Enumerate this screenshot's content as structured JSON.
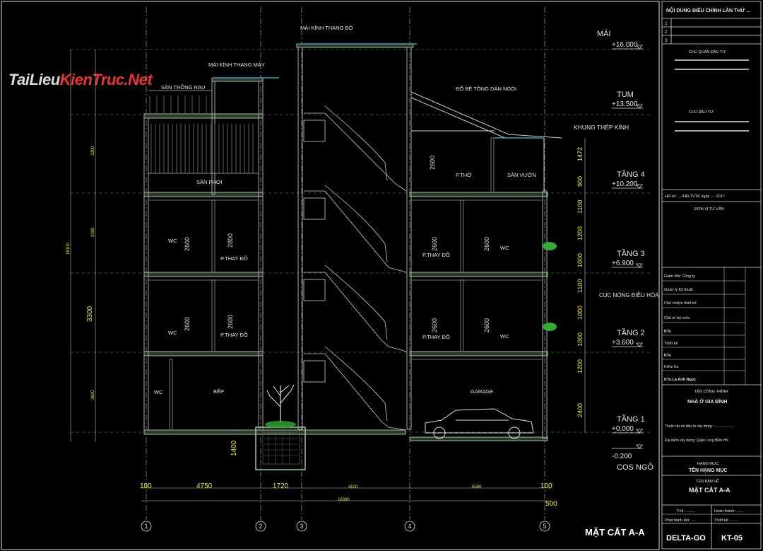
{
  "watermark": {
    "text_a": "TaiLieu",
    "text_b": "KienTruc.Net"
  },
  "labels": {
    "roof_glass_stair": "MÁI KÍNH THANG BỘ",
    "roof_glass_elevator": "MÁI KÍNH THANG MÁY",
    "garden": "SÂN TRỒNG RAU",
    "roof_tile": "ĐỔ BÊ TÔNG DÁN NGÓI",
    "steel_frame": "KHUNG THÉP KÍNH",
    "drying_yard": "SÂN PHƠI",
    "worship_room": "P.THỜ",
    "garden_yard": "SÂN VƯỜN",
    "wc": "WC",
    "changing_room": "P.THAY ĐỒ",
    "kitchen": "BẾP",
    "garage": "GARAGE",
    "concrete_pot": "CỤC NÓNG ĐIỀU HÒA",
    "section_title": "MẶT CẮT A-A"
  },
  "room_heights": {
    "h2600": "2600",
    "h2800": "2800"
  },
  "levels": [
    {
      "name": "MÁI",
      "value": "+16.000"
    },
    {
      "name": "TUM",
      "value": "+13.500"
    },
    {
      "name": "TẦNG 4",
      "value": "+10.200"
    },
    {
      "name": "TẦNG 3",
      "value": "+6.900"
    },
    {
      "name": "TẦNG 2",
      "value": "+3.600"
    },
    {
      "name": "TẦNG 1",
      "value": "+0.000"
    },
    {
      "name": "",
      "value": "-0.200"
    },
    {
      "name": "COS NGÕ",
      "value": ""
    }
  ],
  "right_dims": [
    "1472",
    "900",
    "1100",
    "1200",
    "1000",
    "1100",
    "1000",
    "1000",
    "1200",
    "2400"
  ],
  "left_dims": {
    "d3300": "3300",
    "d1400": "1400",
    "overall": "16100",
    "d3300b": "3300",
    "d3600": "3600",
    "d3300c": "3300"
  },
  "bottom_dims": {
    "d100a": "100",
    "d4750": "4750",
    "d1720": "1720",
    "d4520": "4520",
    "d5590": "5590",
    "d100b": "100",
    "overall": "16300",
    "d500": "500"
  },
  "grid_axes": [
    "1",
    "2",
    "3",
    "4",
    "5"
  ],
  "titleblock": {
    "revision_header": "NỘI DUNG ĐIỀU CHỈNH LẦN THỨ ...",
    "revisions": [
      "1",
      "2",
      "3"
    ],
    "investor_rep": "CHỦ QUẢN ĐẦU TƯ:",
    "investor": "CHỦ ĐẦU TƯ:",
    "contract": "HĐ số ...../HĐ-TVTK ngày ... -2017",
    "consultant": "ĐƠN VỊ TƯ VẤN",
    "roles": [
      "Giám đốc Công ty",
      "Quản lý Kỹ thuật",
      "Chủ nhiệm thiết kế",
      "Chủ trì bộ môn",
      "KTs",
      "Thiết kế",
      "KTs",
      "Kiểm tra",
      "KTs.Lã Anh Ngọc"
    ],
    "project_label": "TÊN CÔNG TRÌNH:",
    "project_name": "NHÀ Ở GIA ĐÌNH",
    "project_line1": "Thuộc dự án đầu tư xây dựng: .....................",
    "project_line2": "Địa điểm xây dựng: Quận Long Biên-HN",
    "category_label": "HẠNG MỤC:",
    "category_name": "TÊN HẠNG MỤC",
    "drawing_label": "TÊN BẢN VẼ",
    "drawing_name": "MẶT CẮT A-A",
    "scale_label": "Tỉ lệ: .........",
    "complete_label": "Hoàn thành: .......",
    "issue_label": "Phát hành lần: .....",
    "sheet_label": "Thiết kế: .......",
    "company_code": "DELTA-GO",
    "sheet_code": "KT-05"
  }
}
